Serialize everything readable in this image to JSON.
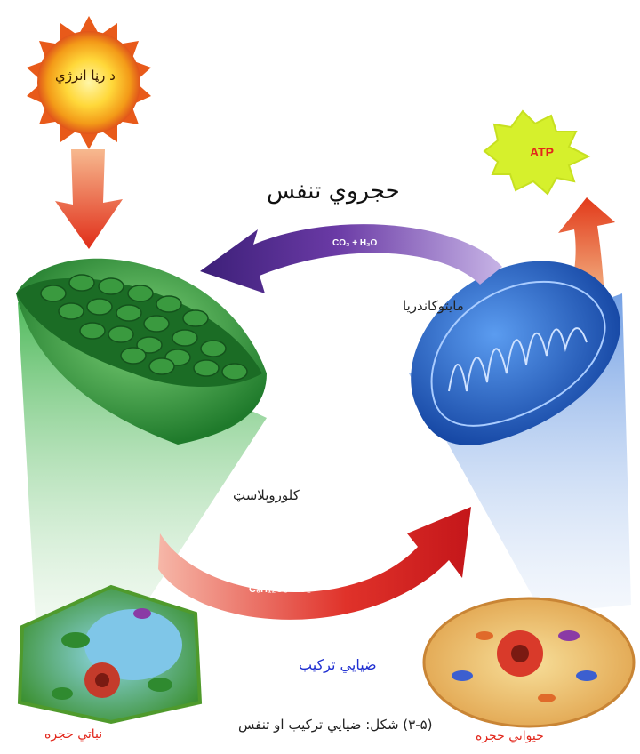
{
  "labels": {
    "sun": "د رڼا انرژي",
    "atp": "ATP",
    "respiration_title": "حجروي تنفس",
    "respiration_formula": "CO₂ + H₂O",
    "mitochondria": "مایتوکاندریا",
    "chloroplast": "کلوروپلاسټ",
    "photosynthesis_formula": "C₆H₁₂O₆ + O₂",
    "photosynthesis": "ضیایي ترکیب",
    "caption": "(۳-۵) شکل: ضیایي ترکیب او تنفس",
    "plant_cell": "نباتي حجره",
    "animal_cell": "حیواني حجره"
  },
  "colors": {
    "sun": "#f3a21c",
    "chloroplast": "#2f9a3a",
    "mitochondria": "#1c5ec4",
    "respiration_arrow": "#5b2b8f",
    "photosynthesis_arrow": "#d8261d",
    "label_red": "#e2261b",
    "label_blue": "#1f2fd1",
    "atp_star": "#d6f02c"
  }
}
